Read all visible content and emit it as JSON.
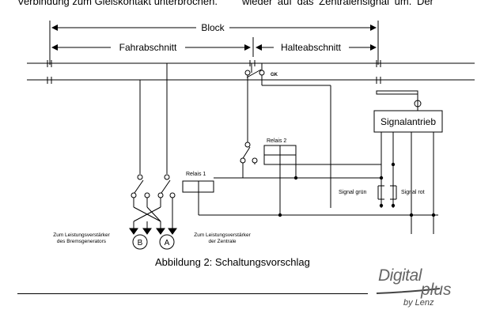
{
  "top_text": {
    "left": "Verbindung zum Gleiskontakt unterbrochen.",
    "right": "wieder auf das Zentralensignal um. Der"
  },
  "labels": {
    "block": "Block",
    "fahrabschnitt": "Fahrabschnitt",
    "halteabschnitt": "Halteabschnitt",
    "gk": "GK",
    "signalantrieb": "Signalantrieb",
    "relais2": "Relais 2",
    "relais1": "Relais 1",
    "signal_gruen": "Signal grün",
    "signal_rot": "Signal rot",
    "terminal_b": "B",
    "terminal_a": "A",
    "brems_line1": "Zum Leistungsverstärker",
    "brems_line2": "des Bremsgenerators",
    "zentrale_line1": "Zum Leistungsverstärker",
    "zentrale_line2": "der Zentrale"
  },
  "caption": "Abbildung 2: Schaltungsvorschlag",
  "logo": {
    "digital": "Digital",
    "plus": "plus",
    "by_lenz": "by Lenz"
  }
}
